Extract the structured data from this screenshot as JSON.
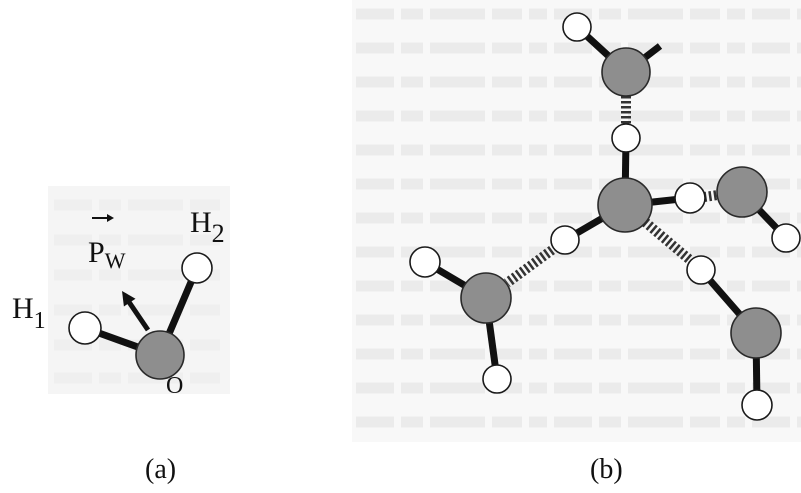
{
  "figure": {
    "panel_a": {
      "caption": "(a)",
      "dipole_label": {
        "symbol": "P",
        "subscript": "W"
      },
      "hydrogen_1_label": {
        "symbol": "H",
        "subscript": "1"
      },
      "hydrogen_2_label": {
        "symbol": "H",
        "subscript": "2"
      },
      "oxygen_label": "O"
    },
    "panel_b": {
      "caption": "(b)"
    }
  },
  "colors": {
    "oxygen": "#8e8e8e",
    "hydrogen": "#ffffff",
    "bond": "#111111",
    "hydrogen_bond": "#333333"
  }
}
